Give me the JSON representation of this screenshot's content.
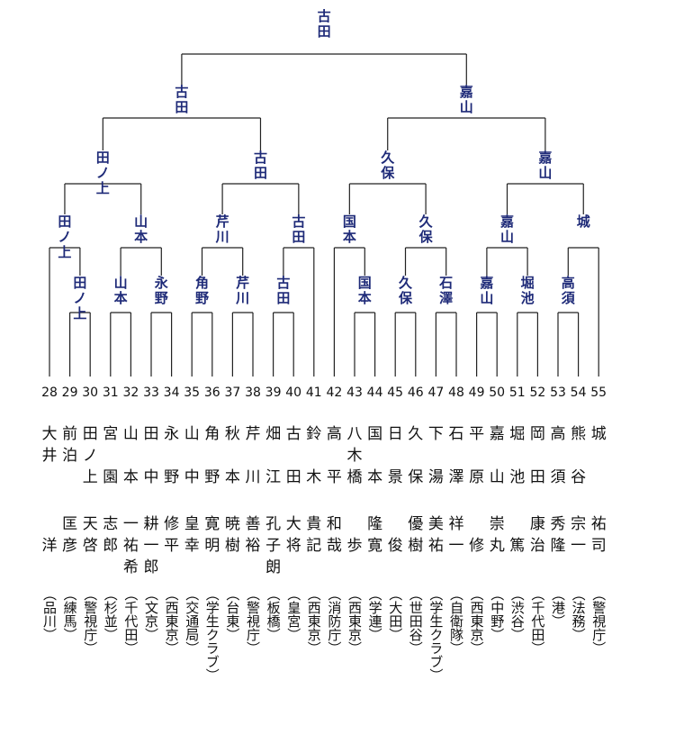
{
  "colors": {
    "winner_text": "#1e2a78",
    "lines": "#222222",
    "text": "#111111"
  },
  "bracket": {
    "champion": "古田",
    "round_final": [
      "古田",
      "嘉山"
    ],
    "round_semi": [
      "田ノ上",
      "古田",
      "久保",
      "嘉山"
    ],
    "round_quarter": [
      "田ノ上",
      "山本",
      "芹川",
      "古田",
      "国本",
      "久保",
      "嘉山",
      "城"
    ],
    "round_first": [
      "田ノ上",
      "山本",
      "永野",
      "角野",
      "芹川",
      "古田",
      "国本",
      "久保",
      "石澤",
      "嘉山",
      "堀池",
      "高須"
    ]
  },
  "players": [
    {
      "num": "28",
      "surname": [
        "大",
        "井"
      ],
      "given": [
        "",
        "洋"
      ],
      "affil": "（品川）"
    },
    {
      "num": "29",
      "surname": [
        "前",
        "泊"
      ],
      "given": [
        "匡",
        "彦"
      ],
      "affil": "（練馬）"
    },
    {
      "num": "30",
      "surname": [
        "田",
        "ノ",
        "上"
      ],
      "given": [
        "天",
        "啓"
      ],
      "affil": "（警視庁）"
    },
    {
      "num": "31",
      "surname": [
        "宮",
        "",
        "園"
      ],
      "given": [
        "志",
        "郎"
      ],
      "affil": "（杉並）"
    },
    {
      "num": "32",
      "surname": [
        "山",
        "",
        "本"
      ],
      "given": [
        "一",
        "祐",
        "希"
      ],
      "affil": "（千代田）"
    },
    {
      "num": "33",
      "surname": [
        "田",
        "",
        "中"
      ],
      "given": [
        "耕",
        "一",
        "郎"
      ],
      "affil": "（文京）"
    },
    {
      "num": "34",
      "surname": [
        "永",
        "",
        "野"
      ],
      "given": [
        "修",
        "平"
      ],
      "affil": "（西東京）"
    },
    {
      "num": "35",
      "surname": [
        "山",
        "",
        "中"
      ],
      "given": [
        "皇",
        "幸"
      ],
      "affil": "（交通局）"
    },
    {
      "num": "36",
      "surname": [
        "角",
        "",
        "野"
      ],
      "given": [
        "寛",
        "明"
      ],
      "affil": "（学生クラブ）"
    },
    {
      "num": "37",
      "surname": [
        "秋",
        "",
        "本"
      ],
      "given": [
        "暁",
        "樹"
      ],
      "affil": "（台東）"
    },
    {
      "num": "38",
      "surname": [
        "芹",
        "",
        "川"
      ],
      "given": [
        "善",
        "裕"
      ],
      "affil": "（警視庁）"
    },
    {
      "num": "39",
      "surname": [
        "畑",
        "",
        "江"
      ],
      "given": [
        "孔",
        "子",
        "朗"
      ],
      "affil": "（板橋）"
    },
    {
      "num": "40",
      "surname": [
        "古",
        "",
        "田"
      ],
      "given": [
        "大",
        "将"
      ],
      "affil": "（皇宮）"
    },
    {
      "num": "41",
      "surname": [
        "鈴",
        "",
        "木"
      ],
      "given": [
        "貴",
        "記"
      ],
      "affil": "（西東京）"
    },
    {
      "num": "42",
      "surname": [
        "高",
        "",
        "平"
      ],
      "given": [
        "和",
        "哉"
      ],
      "affil": "（消防庁）"
    },
    {
      "num": "43",
      "surname": [
        "八",
        "木",
        "橋"
      ],
      "given": [
        "",
        "歩"
      ],
      "affil": "（西東京）"
    },
    {
      "num": "44",
      "surname": [
        "国",
        "",
        "本"
      ],
      "given": [
        "隆",
        "寛"
      ],
      "affil": "（学連）"
    },
    {
      "num": "45",
      "surname": [
        "日",
        "",
        "景"
      ],
      "given": [
        "",
        "俊"
      ],
      "affil": "（大田）"
    },
    {
      "num": "46",
      "surname": [
        "久",
        "",
        "保"
      ],
      "given": [
        "優",
        "樹"
      ],
      "affil": "（世田谷）"
    },
    {
      "num": "47",
      "surname": [
        "下",
        "",
        "湯"
      ],
      "given": [
        "美",
        "祐"
      ],
      "affil": "（学生クラブ）"
    },
    {
      "num": "48",
      "surname": [
        "石",
        "",
        "澤"
      ],
      "given": [
        "祥",
        "一"
      ],
      "affil": "（自衛隊）"
    },
    {
      "num": "49",
      "surname": [
        "平",
        "",
        "原"
      ],
      "given": [
        "",
        "修"
      ],
      "affil": "（西東京）"
    },
    {
      "num": "50",
      "surname": [
        "嘉",
        "",
        "山"
      ],
      "given": [
        "崇",
        "丸"
      ],
      "affil": "（中野）"
    },
    {
      "num": "51",
      "surname": [
        "堀",
        "",
        "池"
      ],
      "given": [
        "",
        "篤"
      ],
      "affil": "（渋谷）"
    },
    {
      "num": "52",
      "surname": [
        "岡",
        "",
        "田"
      ],
      "given": [
        "康",
        "治"
      ],
      "affil": "（千代田）"
    },
    {
      "num": "53",
      "surname": [
        "高",
        "",
        "須"
      ],
      "given": [
        "秀",
        "隆"
      ],
      "affil": "（港）"
    },
    {
      "num": "54",
      "surname": [
        "熊",
        "",
        "谷"
      ],
      "given": [
        "宗",
        "一"
      ],
      "affil": "（法務）"
    },
    {
      "num": "55",
      "surname": [
        "城",
        "",
        ""
      ],
      "given": [
        "祐",
        "司"
      ],
      "affil": "（警視庁）"
    }
  ]
}
